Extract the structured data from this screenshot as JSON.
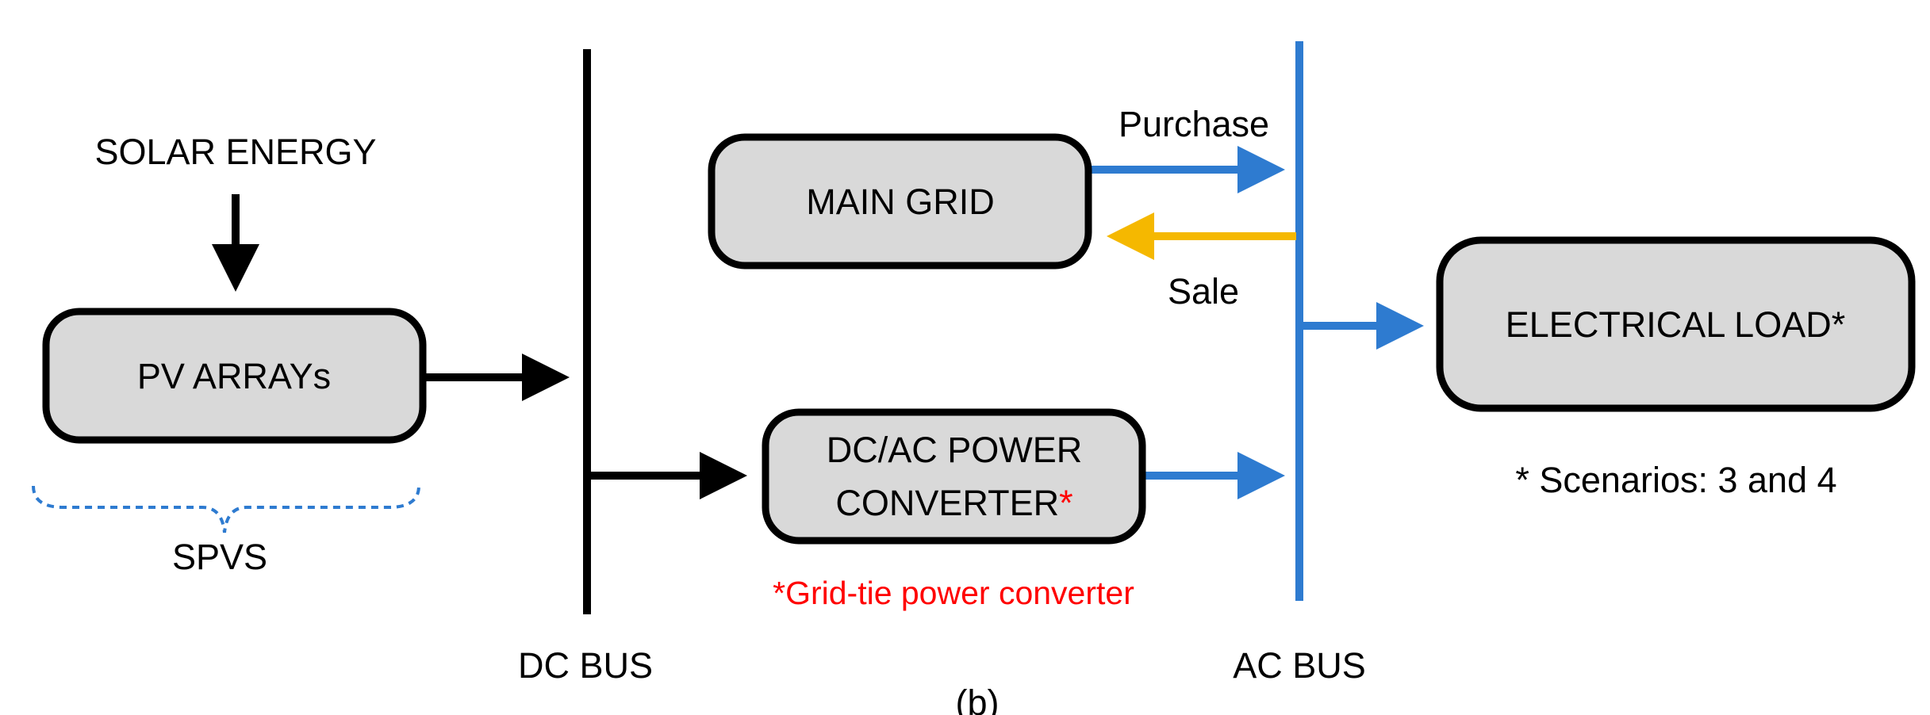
{
  "labels": {
    "solar_energy": "SOLAR ENERGY",
    "pv_arrays": "PV ARRAYs",
    "spvs": "SPVS",
    "main_grid": "MAIN GRID",
    "converter_line1": "DC/AC POWER",
    "converter_line2": "CONVERTER",
    "converter_asterisk": "*",
    "converter_note": "*Grid-tie power converter",
    "electrical_load": "ELECTRICAL LOAD*",
    "scenarios_note": "* Scenarios: 3 and 4",
    "purchase": "Purchase",
    "sale": "Sale",
    "dc_bus": "DC BUS",
    "ac_bus": "AC BUS",
    "caption_fragment": "(b)"
  },
  "colors": {
    "dc_lines": "#000000",
    "ac_lines": "#2e7bd0",
    "sale_arrow": "#f5b800",
    "box_fill": "#d9d9d9",
    "note_red": "#ff0000",
    "brace": "#2e7bd0"
  }
}
